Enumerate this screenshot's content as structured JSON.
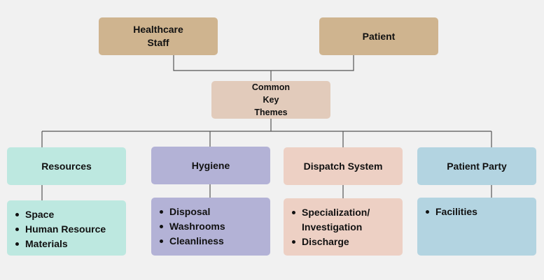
{
  "top": {
    "staff": "Healthcare Staff",
    "patient": "Patient"
  },
  "center": [
    "Common",
    "Key",
    "Themes"
  ],
  "categories": [
    {
      "label": "Resources",
      "items": [
        "Space",
        "Human Resource",
        "Materials"
      ]
    },
    {
      "label": "Hygiene",
      "items": [
        "Disposal",
        "Washrooms",
        "Cleanliness"
      ]
    },
    {
      "label": "Dispatch System",
      "items": [
        "Specialization/ Investigation",
        "Discharge"
      ]
    },
    {
      "label": "Patient Party",
      "items": [
        "Facilities"
      ]
    }
  ],
  "colors": {
    "background": "#f1f1f1",
    "top_boxes": "#cfb48f",
    "center_box": "#e2cbbb",
    "resources": "#bde8e0",
    "hygiene": "#b3b2d6",
    "dispatch": "#edd0c4",
    "patient_party": "#b3d4e1",
    "connector": "#555555"
  }
}
